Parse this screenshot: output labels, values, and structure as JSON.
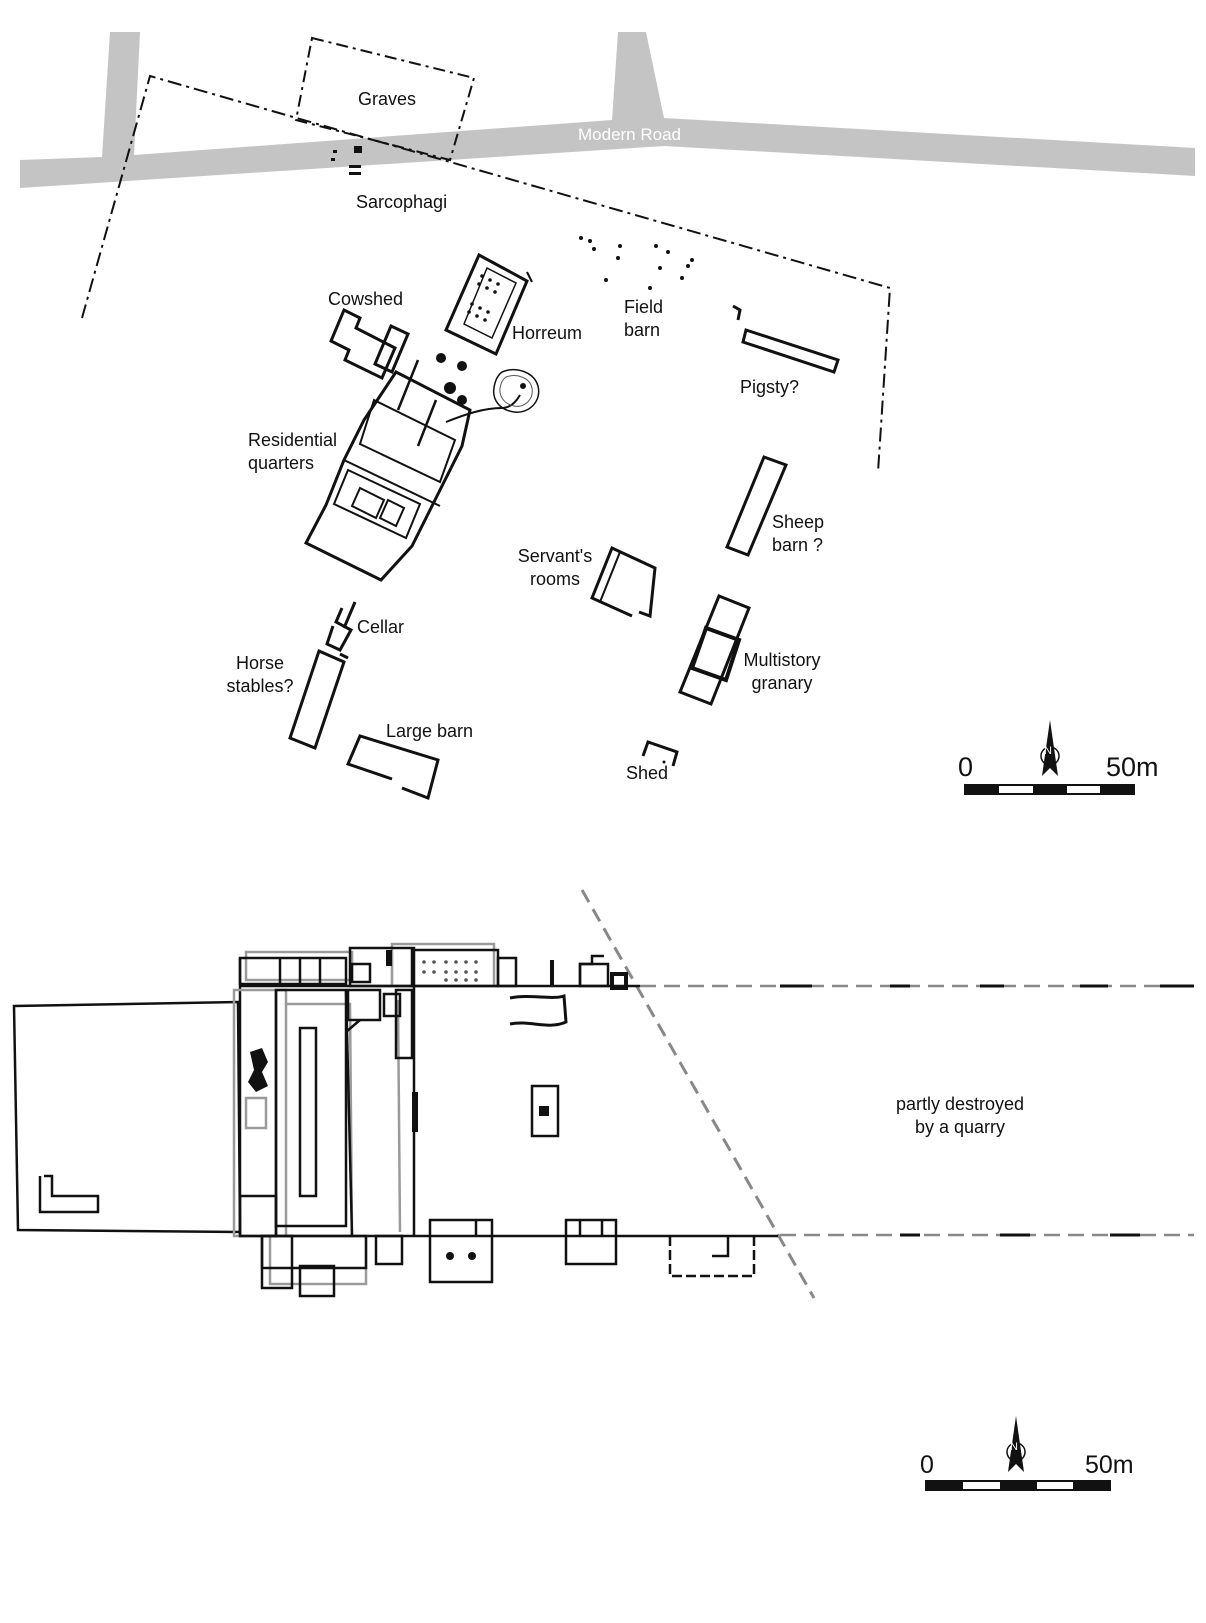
{
  "top_plan": {
    "labels": {
      "graves": "Graves",
      "modern_road": "Modern Road",
      "sarcophagi": "Sarcophagi",
      "cowshed": "Cowshed",
      "horreum": "Horreum",
      "field_barn_1": "Field",
      "field_barn_2": "barn",
      "pigsty": "Pigsty?",
      "residential_1": "Residential",
      "residential_2": "quarters",
      "sheep_barn_1": "Sheep",
      "sheep_barn_2": "barn ?",
      "servants_1": "Servant's",
      "servants_2": "rooms",
      "cellar": "Cellar",
      "horse_1": "Horse",
      "horse_2": "stables?",
      "granary_1": "Multistory",
      "granary_2": "granary",
      "large_barn": "Large barn",
      "shed": "Shed"
    },
    "scale": {
      "zero": "0",
      "max": "50m",
      "north": "N"
    }
  },
  "bottom_plan": {
    "labels": {
      "quarry_1": "partly destroyed",
      "quarry_2": "by a quarry"
    },
    "scale": {
      "zero": "0",
      "max": "50m",
      "north": "N"
    }
  },
  "colors": {
    "line": "#111111",
    "road": "#c4c4c4",
    "grey_line": "#9a9a9a",
    "background": "#ffffff"
  }
}
